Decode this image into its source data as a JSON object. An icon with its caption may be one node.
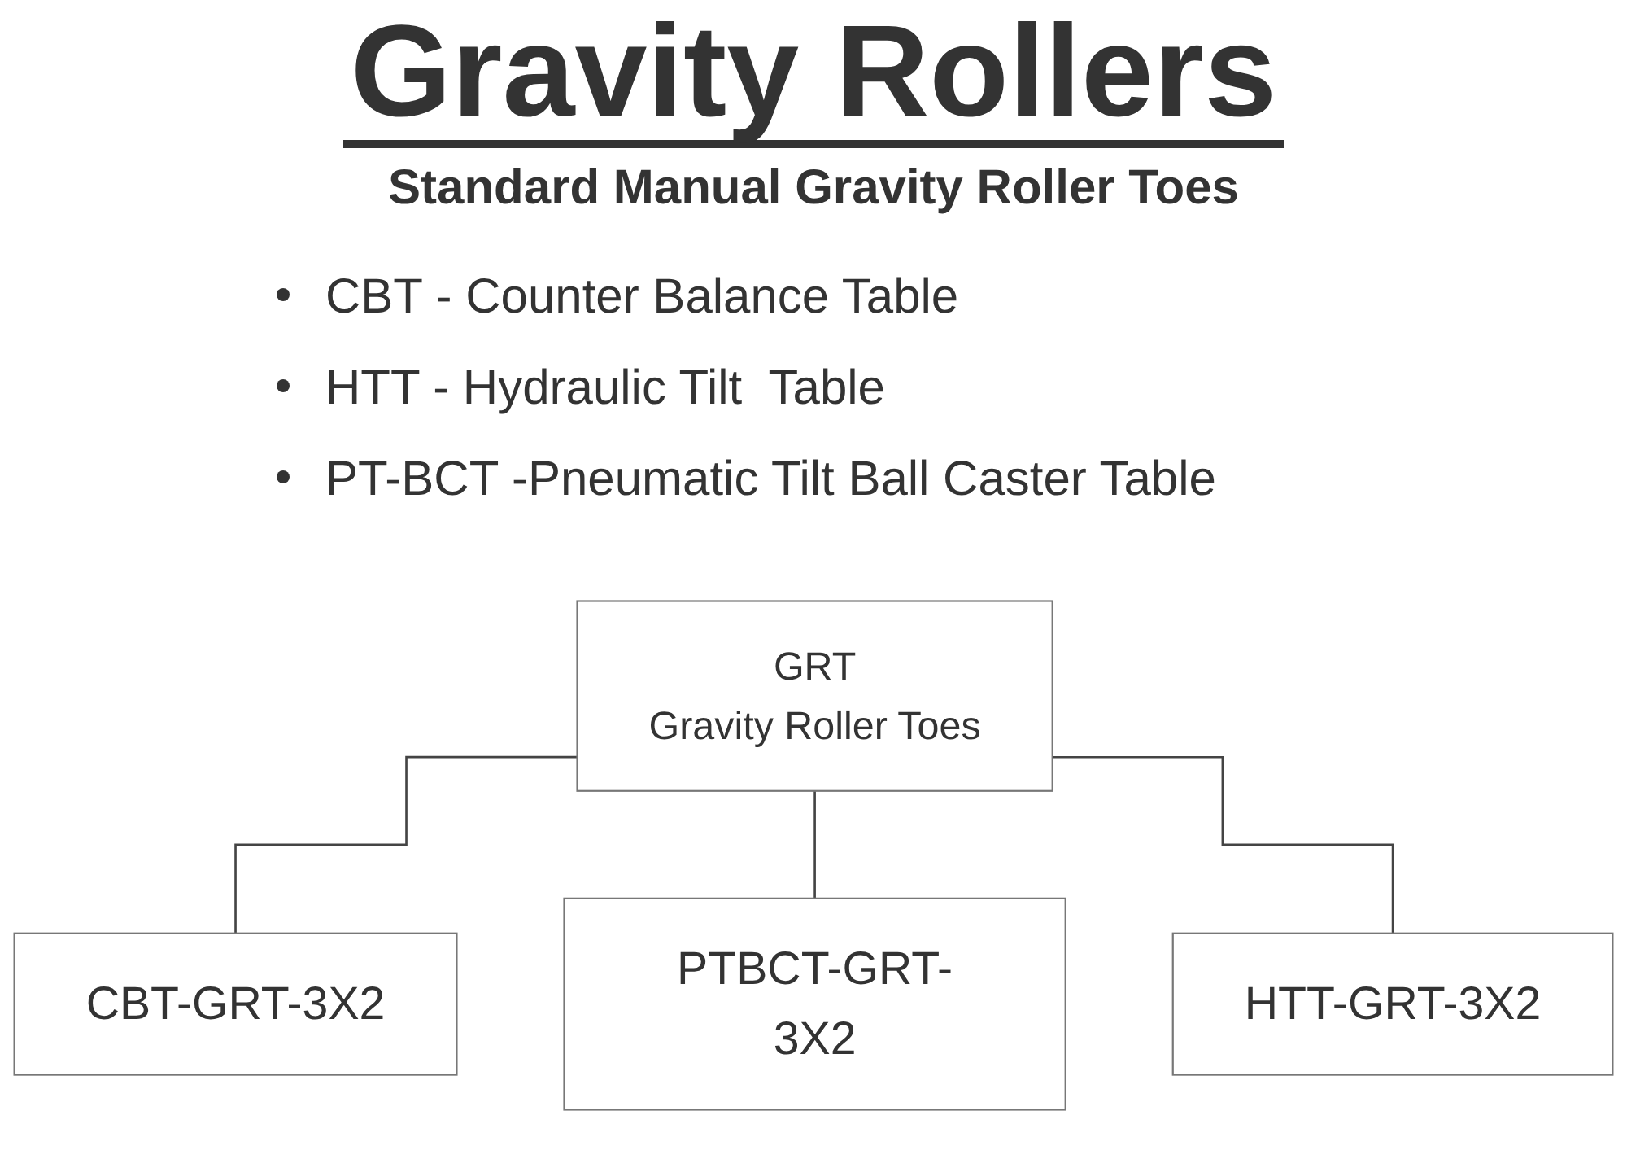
{
  "diagram": {
    "title": "Gravity Rollers",
    "nodes": [
      {
        "text": [
          "GRT",
          "Gravity Roller Toes"
        ]
      },
      {
        "text": [
          "CBT-GRT-3X2"
        ]
      },
      {
        "text": [
          "PTBCT-GRT-3X2"
        ]
      },
      {
        "text": [
          "HTT-GRT-3X2"
        ]
      }
    ],
    "edges": [
      {
        "from": 0,
        "to": 1,
        "arrow": "none"
      },
      {
        "from": 0,
        "to": 2,
        "arrow": "none"
      },
      {
        "from": 0,
        "to": 3,
        "arrow": "none"
      }
    ],
    "labels": [
      "Standard Manual Gravity Roller Toes",
      "CBT - Counter Balance Table",
      "HTT - Hydraulic Tilt  Table",
      "PT-BCT -Pneumatic Tilt Ball Caster Table"
    ]
  }
}
